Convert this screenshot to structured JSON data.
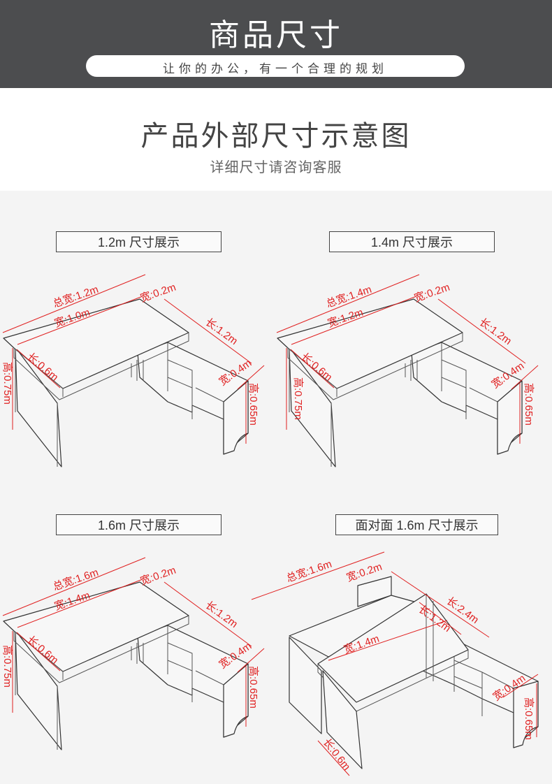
{
  "header": {
    "title": "商品尺寸",
    "subtitle": "让你的办公，有一个合理的规划"
  },
  "section": {
    "title": "产品外部尺寸示意图",
    "subtitle": "详细尺寸请咨询客服"
  },
  "colors": {
    "header_bg": "#4c4d4f",
    "dimension": "#e02020",
    "panel_bg": "#f4f4f4"
  },
  "panels": [
    {
      "label": "1.2m 尺寸展示",
      "dims": {
        "total_width": "总宽:1.2m",
        "width": "宽:1.0m",
        "side_width": "宽:0.2m",
        "length": "长:1.2m",
        "depth": "长:0.6m",
        "height": "高:0.75m",
        "cabinet_width": "宽:0.4m",
        "cabinet_height": "高:0.65m"
      }
    },
    {
      "label": "1.4m 尺寸展示",
      "dims": {
        "total_width": "总宽:1.4m",
        "width": "宽:1.2m",
        "side_width": "宽:0.2m",
        "length": "长:1.2m",
        "depth": "长:0.6m",
        "height": "高:0.75m",
        "cabinet_width": "宽:0.4m",
        "cabinet_height": "高:0.65m"
      }
    },
    {
      "label": "1.6m 尺寸展示",
      "dims": {
        "total_width": "总宽:1.6m",
        "width": "宽:1.4m",
        "side_width": "宽:0.2m",
        "length": "长:1.2m",
        "depth": "长:0.6m",
        "height": "高:0.75m",
        "cabinet_width": "宽:0.4m",
        "cabinet_height": "高:0.65m"
      }
    },
    {
      "label": "面对面 1.6m 尺寸展示",
      "dims": {
        "total_width": "总宽:1.6m",
        "side_width": "宽:0.2m",
        "length_total": "长:2.4m",
        "length": "长:1.2m",
        "width": "宽:1.4m",
        "cabinet_width": "宽:0.4m",
        "cabinet_height": "高:0.65m",
        "depth": "长:0.6m"
      }
    }
  ]
}
